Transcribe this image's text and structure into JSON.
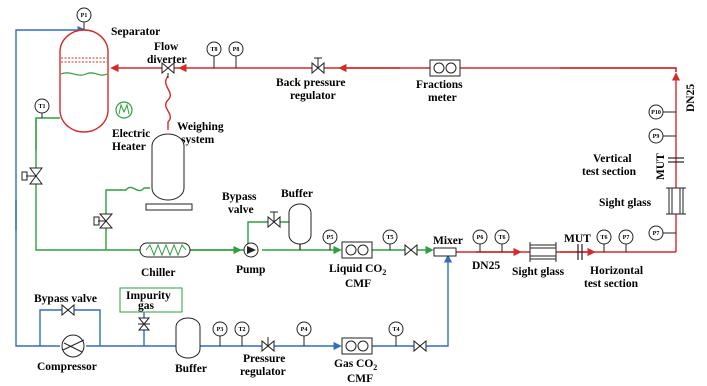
{
  "labels": {
    "separator": "Separator",
    "flow_diverter_1": "Flow",
    "flow_diverter_2": "diverter",
    "back_pressure_regulator_1": "Back pressure",
    "back_pressure_regulator_2": "regulator",
    "fractions_meter_1": "Fractions",
    "fractions_meter_2": "meter",
    "weighing_system_1": "Weighing",
    "weighing_system_2": "system",
    "electric_heater_1": "Electric",
    "electric_heater_2": "Heater",
    "dn25_vertical": "DN25",
    "vertical_test_section_1": "Vertical",
    "vertical_test_section_2": "test section",
    "mut_vertical": "MUT",
    "sight_glass_vertical": "Sight glass",
    "bypass_valve_top_1": "Bypass",
    "bypass_valve_top_2": "valve",
    "buffer_top": "Buffer",
    "chiller": "Chiller",
    "pump": "Pump",
    "liquid_co2_cmf_1": "Liquid CO",
    "liquid_co2_cmf_sub": "2",
    "liquid_co2_cmf_2": "CMF",
    "mixer": "Mixer",
    "dn25_horizontal": "DN25",
    "sight_glass_horizontal": "Sight glass",
    "mut_horizontal": "MUT",
    "horizontal_test_section_1": "Horizontal",
    "horizontal_test_section_2": "test section",
    "bypass_valve_bottom": "Bypass valve",
    "impurity_gas_1": "Impurity",
    "impurity_gas_2": "gas",
    "compressor": "Compressor",
    "buffer_bottom": "Buffer",
    "pressure_regulator_1": "Pressure",
    "pressure_regulator_2": "regulator",
    "gas_co2_cmf_1": "Gas CO",
    "gas_co2_cmf_sub": "2",
    "gas_co2_cmf_2": "CMF"
  },
  "sensor_tags": {
    "p1": "P1",
    "t8": "T8",
    "p8": "P8",
    "t1": "T1",
    "p10": "P10",
    "p9": "P9",
    "p5": "P5",
    "t5": "T5",
    "mixer_p": "P6",
    "mixer_t": "T6",
    "ht_t": "T6",
    "ht_p": "P7",
    "vt_p": "P7",
    "p3": "P3",
    "t2": "T2",
    "p4": "P4",
    "t4": "T4"
  },
  "colors": {
    "red_pipe": "#d42a2a",
    "blue_pipe": "#2f6fbf",
    "green_pipe": "#2e9f3e"
  }
}
